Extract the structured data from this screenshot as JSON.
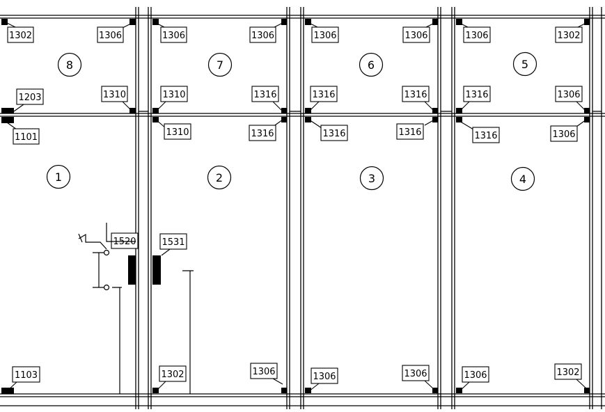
{
  "panels": [
    {
      "number": "8"
    },
    {
      "number": "7"
    },
    {
      "number": "6"
    },
    {
      "number": "5"
    },
    {
      "number": "1"
    },
    {
      "number": "2"
    },
    {
      "number": "3"
    },
    {
      "number": "4"
    }
  ],
  "labels": [
    {
      "text": "1302"
    },
    {
      "text": "1306"
    },
    {
      "text": "1203"
    },
    {
      "text": "1310"
    },
    {
      "text": "1306"
    },
    {
      "text": "1306"
    },
    {
      "text": "1310"
    },
    {
      "text": "1316"
    },
    {
      "text": "1306"
    },
    {
      "text": "1306"
    },
    {
      "text": "1316"
    },
    {
      "text": "1316"
    },
    {
      "text": "1306"
    },
    {
      "text": "1302"
    },
    {
      "text": "1316"
    },
    {
      "text": "1306"
    },
    {
      "text": "1101"
    },
    {
      "text": "1103"
    },
    {
      "text": "1520"
    },
    {
      "text": "1310"
    },
    {
      "text": "1316"
    },
    {
      "text": "1531"
    },
    {
      "text": "1302"
    },
    {
      "text": "1306"
    },
    {
      "text": "1316"
    },
    {
      "text": "1316"
    },
    {
      "text": "1306"
    },
    {
      "text": "1306"
    },
    {
      "text": "1316"
    },
    {
      "text": "1306"
    },
    {
      "text": "1306"
    },
    {
      "text": "1302"
    }
  ]
}
